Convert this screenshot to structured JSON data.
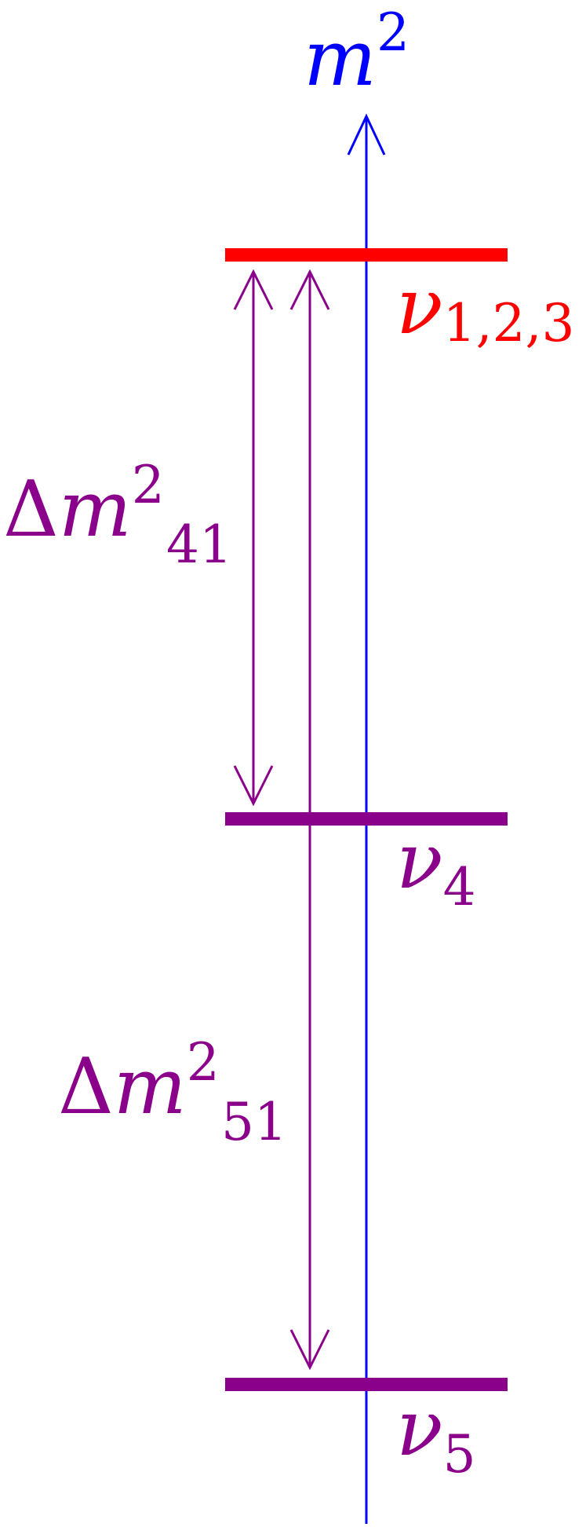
{
  "axis": {
    "label_base": "m",
    "label_power": "2",
    "color": "#0000ff"
  },
  "levels": [
    {
      "id": "nu123",
      "symbol": "ν",
      "subscript": "1,2,3",
      "color": "#ff0000"
    },
    {
      "id": "nu4",
      "symbol": "ν",
      "subscript": "4",
      "color": "#8b008b"
    },
    {
      "id": "nu5",
      "symbol": "ν",
      "subscript": "5",
      "color": "#8b008b"
    }
  ],
  "splittings": [
    {
      "id": "dm41",
      "delta": "Δ",
      "base": "m",
      "power": "2",
      "subscript": "41",
      "color": "#8b008b"
    },
    {
      "id": "dm51",
      "delta": "Δ",
      "base": "m",
      "power": "2",
      "subscript": "51",
      "color": "#8b008b"
    }
  ]
}
